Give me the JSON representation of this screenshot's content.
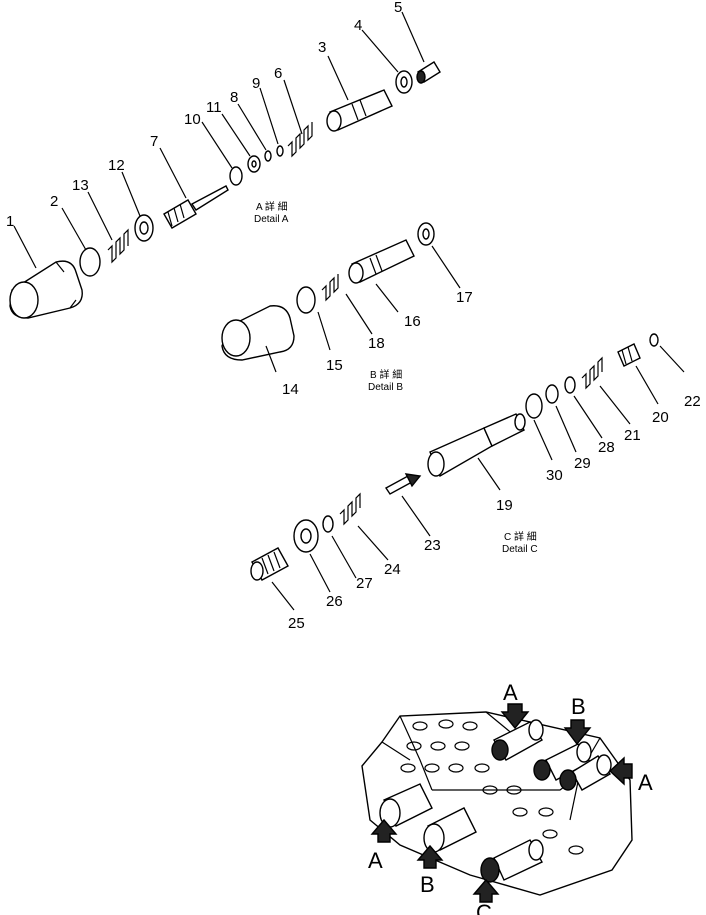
{
  "callouts": [
    "1",
    "2",
    "3",
    "4",
    "5",
    "6",
    "7",
    "8",
    "9",
    "10",
    "11",
    "12",
    "13",
    "14",
    "15",
    "16",
    "17",
    "18",
    "19",
    "20",
    "21",
    "22",
    "23",
    "24",
    "25",
    "26",
    "27",
    "28",
    "29",
    "30"
  ],
  "details": {
    "a": {
      "jp": "A 詳 細",
      "en": "Detail  A"
    },
    "b": {
      "jp": "B 詳 細",
      "en": "Detail  B"
    },
    "c": {
      "jp": "C 詳 細",
      "en": "Detail  C"
    }
  },
  "assembly_markers": [
    "A",
    "B",
    "A",
    "A",
    "B",
    "C"
  ]
}
